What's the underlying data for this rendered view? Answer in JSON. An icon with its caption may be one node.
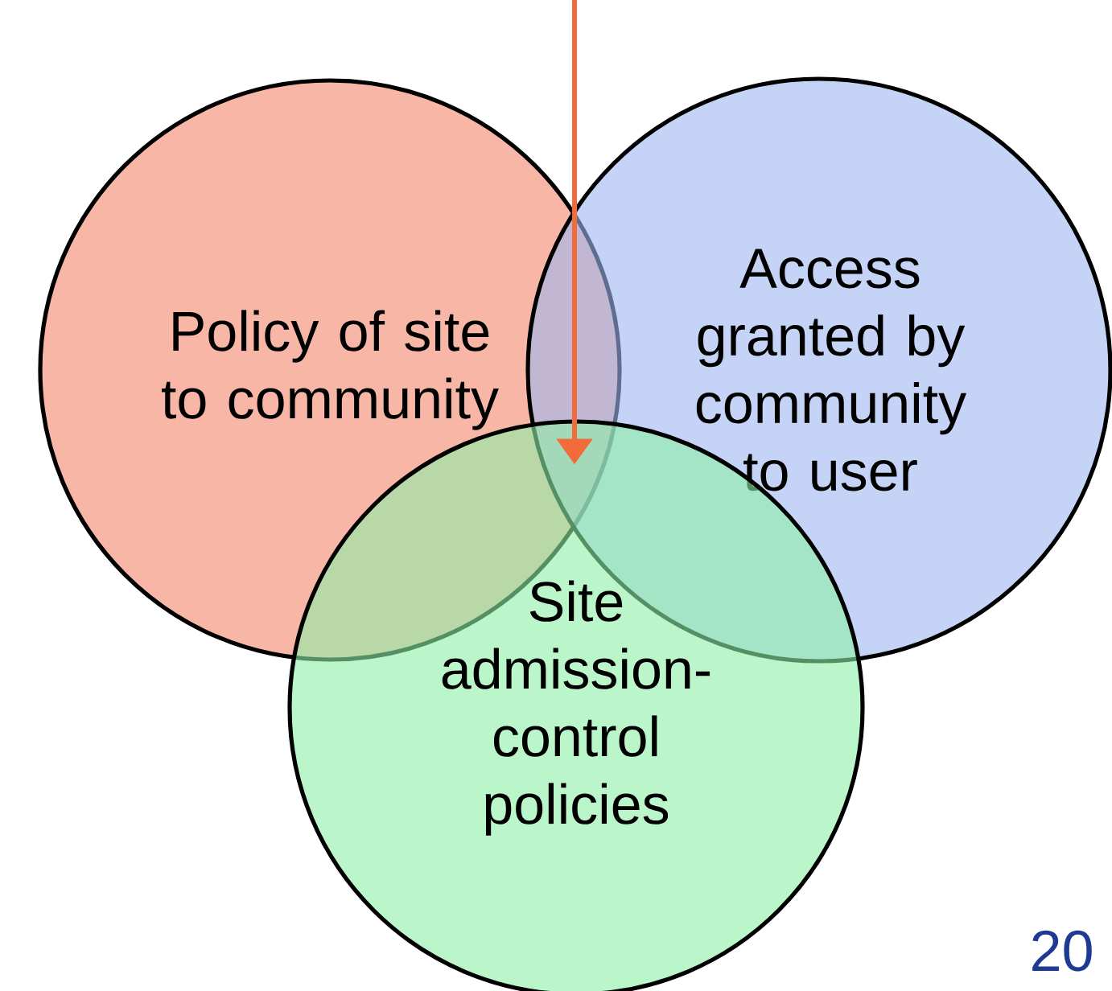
{
  "diagram": {
    "nodes": [
      {
        "text": [
          "Policy of site to community"
        ]
      },
      {
        "text": [
          "Access granted by community to user"
        ]
      },
      {
        "text": [
          "Site admission-control policies"
        ]
      }
    ],
    "edges": [
      {
        "from": null,
        "to": 2,
        "arrow": "to",
        "color": "#f26b3a"
      }
    ],
    "labels": [
      "20"
    ]
  }
}
